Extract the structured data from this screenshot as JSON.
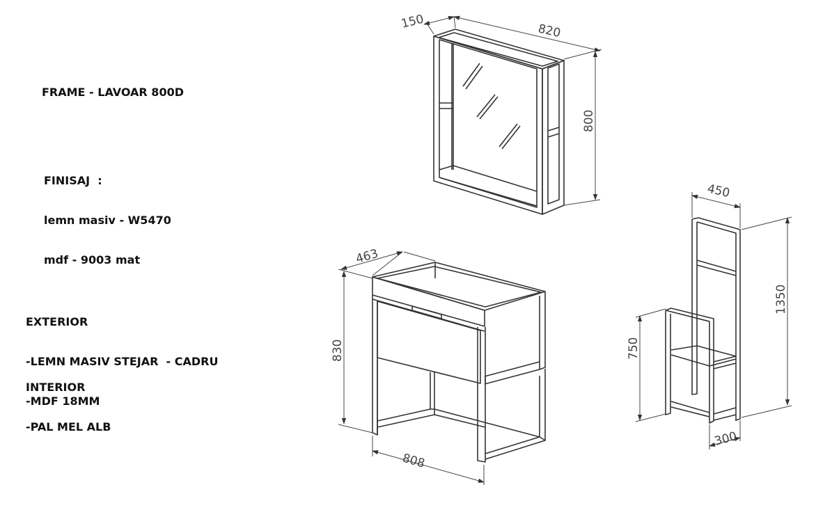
{
  "title": "FRAME - LAVOAR 800D",
  "finish": {
    "heading": "FINISAJ  :",
    "lines": [
      "lemn masiv - W5470",
      "mdf - 9003 mat"
    ]
  },
  "exterior": {
    "heading": "EXTERIOR",
    "lines": [
      "-LEMN MASIV STEJAR  - CADRU",
      "-MDF 18MM"
    ]
  },
  "interior": {
    "heading": "INTERIOR",
    "lines": [
      "-PAL MEL ALB"
    ]
  },
  "dimensions": {
    "mirror_depth": "150",
    "mirror_width": "820",
    "mirror_height": "800",
    "vanity_depth": "463",
    "vanity_height": "830",
    "vanity_width": "808",
    "shelf_top_width": "450",
    "shelf_tall_height": "1350",
    "shelf_low_height": "750",
    "shelf_base_depth": "300"
  }
}
